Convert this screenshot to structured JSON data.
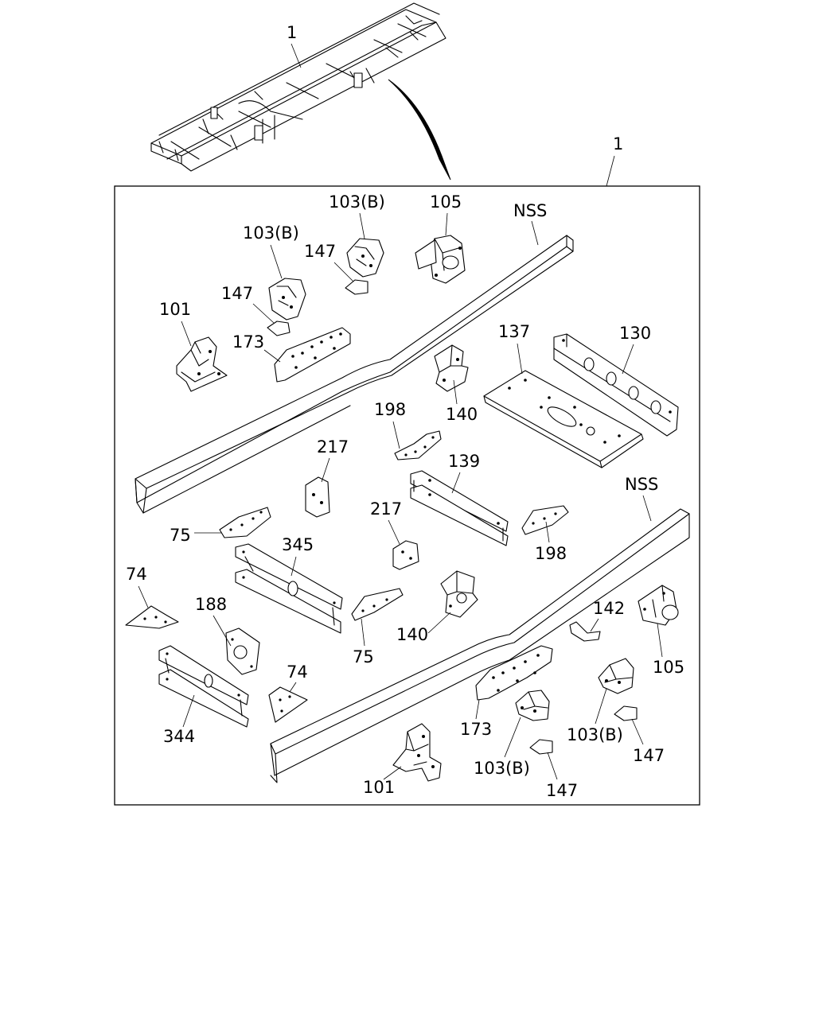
{
  "diagram": {
    "callouts": {
      "frame_top": "1",
      "frame_box": "1",
      "c103b_top": "103(B)",
      "c105_top": "105",
      "nss_top": "NSS",
      "c103b_left": "103(B)",
      "c147_top": "147",
      "c147_left": "147",
      "c101_top": "101",
      "c173_top": "173",
      "c137": "137",
      "c130": "130",
      "c140_top": "140",
      "c198_top": "198",
      "c217_top": "217",
      "c139": "139",
      "nss_bottom": "NSS",
      "c217_mid": "217",
      "c198_bottom": "198",
      "c75_top": "75",
      "c345": "345",
      "c74_left": "74",
      "c188": "188",
      "c142": "142",
      "c140_bottom": "140",
      "c75_bottom": "75",
      "c105_bottom": "105",
      "c74_bottom": "74",
      "c173_bottom": "173",
      "c103b_bottom_right": "103(B)",
      "c344": "344",
      "c103b_bottom": "103(B)",
      "c147_bottom_right": "147",
      "c101_bottom": "101",
      "c147_bottom": "147"
    }
  }
}
